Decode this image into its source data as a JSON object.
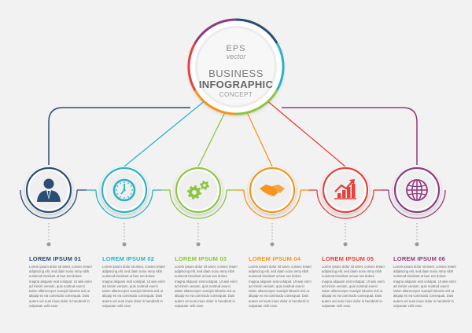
{
  "hub": {
    "eps": "EPS",
    "vector": "vector",
    "title_line1": "BUSINESS",
    "title_line2": "INFOGRAPHIC",
    "subtitle": "CONCEPT"
  },
  "items": [
    {
      "title": "LOREM IPSUM 01",
      "color": "#2a4d74",
      "icon": "businessman-icon",
      "body": "Lorem ipsum dolor sit amet, consec tetuer adipiscing elit, sed diam nonu mmy nibh euismod tincidunt ut laor eet dolore magna aliquam erat volutpat. Ut wisi enim ad minim veniam, quis nostrud exerci tation ullamcorper suscipit lobortis nisl ut aliquip ex ea commodo consequat. Duis autem vel eum iriure dolor in hendrerit in vulputate velit esse"
    },
    {
      "title": "LOREM IPSUM 02",
      "color": "#2ab3c7",
      "icon": "clock-icon",
      "body": "Lorem ipsum dolor sit amet, consec tetuer adipiscing elit, sed diam nonu mmy nibh euismod tincidunt ut laor eet dolore magna aliquam erat volutpat. Ut wisi enim ad minim veniam, quis nostrud exerci tation ullamcorper suscipit lobortis nisl ut aliquip ex ea commodo consequat. Duis autem vel eum iriure dolor in hendrerit in vulputate velit esse"
    },
    {
      "title": "LOREM IPSUM 03",
      "color": "#8cc63f",
      "icon": "gears-icon",
      "body": "Lorem ipsum dolor sit amet, consec tetuer adipiscing elit, sed diam nonu mmy nibh euismod tincidunt ut laor eet dolore magna aliquam erat volutpat. Ut wisi enim ad minim veniam, quis nostrud exerci tation ullamcorper suscipit lobortis nisl ut aliquip ex ea commodo consequat. Duis autem vel eum iriure dolor in hendrerit in vulputate velit esse"
    },
    {
      "title": "LOREM IPSUM 04",
      "color": "#f7941d",
      "icon": "handshake-icon",
      "body": "Lorem ipsum dolor sit amet, consec tetuer adipiscing elit, sed diam nonu mmy nibh euismod tincidunt ut laor eet dolore magna aliquam erat volutpat. Ut wisi enim ad minim veniam, quis nostrud exerci tation ullamcorper suscipit lobortis nisl ut aliquip ex ea commodo consequat. Duis autem vel eum iriure dolor in hendrerit in vulputate velit esse"
    },
    {
      "title": "LOREM IPSUM 05",
      "color": "#e8403a",
      "icon": "growth-chart-icon",
      "body": "Lorem ipsum dolor sit amet, consec tetuer adipiscing elit, sed diam nonu mmy nibh euismod tincidunt ut laor eet dolore magna aliquam erat volutpat. Ut wisi enim ad minim veniam, quis nostrud exerci tation ullamcorper suscipit lobortis nisl ut aliquip ex ea commodo consequat. Duis autem vel eum iriure dolor in hendrerit in vulputate velit esse"
    },
    {
      "title": "LOREM IPSUM 06",
      "color": "#8e3a7e",
      "icon": "globe-icon",
      "body": "Lorem ipsum dolor sit amet, consec tetuer adipiscing elit, sed diam nonu mmy nibh euismod tincidunt ut laor eet dolore magna aliquam erat volutpat. Ut wisi enim ad minim veniam, quis nostrud exerci tation ullamcorper suscipit lobortis nisl ut aliquip ex ea commodo consequat. Duis autem vel eum iriure dolor in hendrerit in vulputate velit esse"
    }
  ]
}
